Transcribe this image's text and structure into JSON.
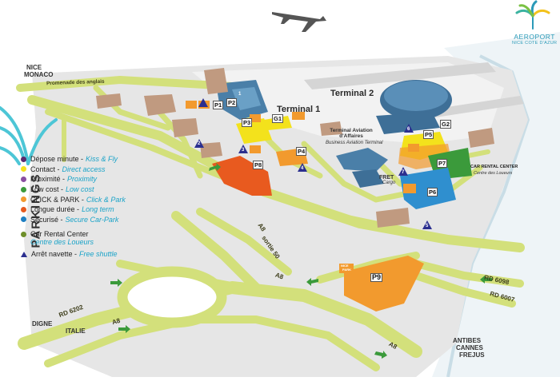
{
  "logo": {
    "name": "AEROPORT",
    "subtitle": "NICE COTE D'AZUR"
  },
  "terminals": {
    "terminal1": "Terminal 1",
    "terminal2": "Terminal 2",
    "business_title": "Terminal Aviation d'Affaires",
    "business_sub": "Business Aviation Terminal",
    "fret": "FRET",
    "fret_sub": "Cargo"
  },
  "car_rental": {
    "title": "CAR RENTAL CENTER",
    "sub": "Centre des Loueurs"
  },
  "directions": {
    "nice_monaco": [
      "NICE",
      "MONACO"
    ],
    "promenade": "Promenade des anglais",
    "digne": "DIGNE",
    "italie": "ITALIE",
    "antibes": [
      "ANTIBES",
      "CANNES",
      "FREJUS"
    ]
  },
  "roads": {
    "a8_sortie": [
      "A8",
      "sortie 50"
    ],
    "a8": "A8",
    "rd6202": "RD 6202",
    "rd6098": "RD 6098",
    "rd6007": "RD 6007"
  },
  "parkings": [
    "P1",
    "P2",
    "P3",
    "P4",
    "P5",
    "P6",
    "P7",
    "P8",
    "P9"
  ],
  "shuttle_stops": [
    "1",
    "2",
    "3",
    "4",
    "5",
    "6",
    "7"
  ],
  "g_markers": [
    "G1",
    "G2"
  ],
  "legend": {
    "title": "PARKINGS",
    "items": [
      {
        "fr": "Dépose minute -",
        "en": "Kiss & Fly",
        "color": "#5a2a6e"
      },
      {
        "fr": "Contact -",
        "en": "Direct access",
        "color": "#f3e21c"
      },
      {
        "fr": "Proximité -",
        "en": "Proximity",
        "color": "#8a4ea0"
      },
      {
        "fr": "Low cost -",
        "en": "Low cost",
        "color": "#3b9a3b"
      },
      {
        "fr": "CLICK & PARK -",
        "en": "Click & Park",
        "color": "#f29a2e"
      },
      {
        "fr": "Longue durée -",
        "en": "Long term",
        "color": "#e65a1e"
      },
      {
        "fr": "Sécurisé -",
        "en": "Secure Car-Park",
        "color": "#1e7fc2"
      }
    ],
    "rental": {
      "fr": "Car Rental Center",
      "en": "Centre des Loueurs",
      "color": "#6e8f2a"
    },
    "shuttle": {
      "fr": "Arrêt navette -",
      "en": "Free shuttle",
      "color": "#2b2f8f"
    }
  },
  "flag_text": [
    "NICE",
    "PARK"
  ]
}
